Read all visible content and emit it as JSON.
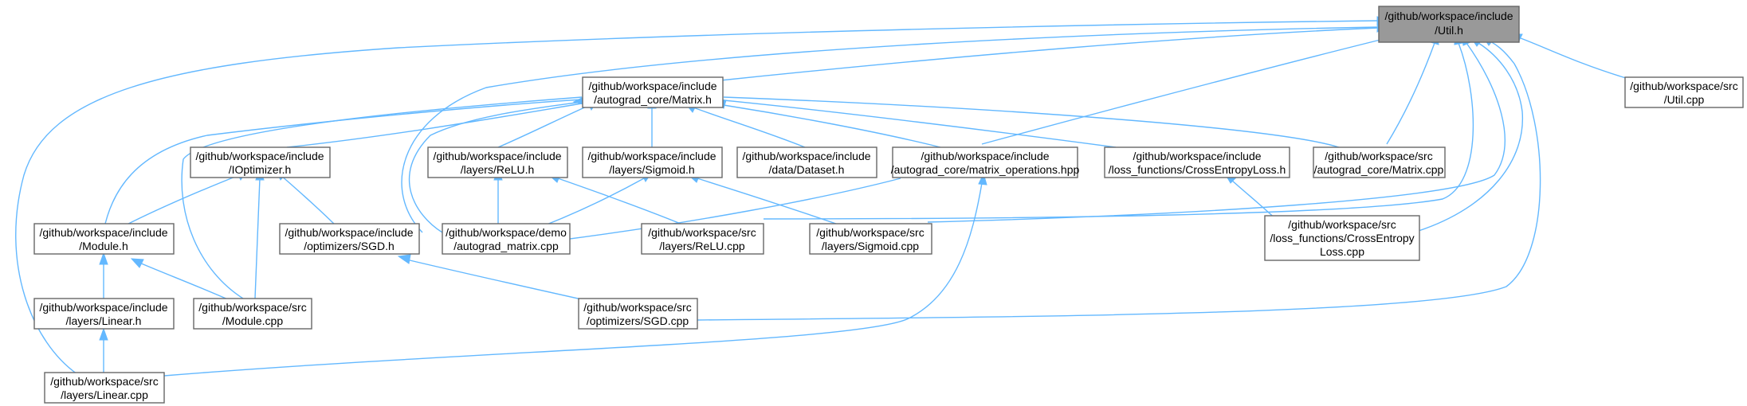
{
  "nodes": {
    "util_h": {
      "line1": "/github/workspace/include",
      "line2": "/Util.h"
    },
    "matrix_h": {
      "line1": "/github/workspace/include",
      "line2": "/autograd_core/Matrix.h"
    },
    "util_cpp": {
      "line1": "/github/workspace/src",
      "line2": "/Util.cpp"
    },
    "ioptimizer_h": {
      "line1": "/github/workspace/include",
      "line2": "/IOptimizer.h"
    },
    "relu_h": {
      "line1": "/github/workspace/include",
      "line2": "/layers/ReLU.h"
    },
    "sigmoid_h": {
      "line1": "/github/workspace/include",
      "line2": "/layers/Sigmoid.h"
    },
    "dataset_h": {
      "line1": "/github/workspace/include",
      "line2": "/data/Dataset.h"
    },
    "matrix_operations_hpp": {
      "line1": "/github/workspace/include",
      "line2": "/autograd_core/matrix_operations.hpp"
    },
    "crossentropyloss_h": {
      "line1": "/github/workspace/include",
      "line2": "/loss_functions/CrossEntropyLoss.h"
    },
    "matrix_cpp": {
      "line1": "/github/workspace/src",
      "line2": "/autograd_core/Matrix.cpp"
    },
    "module_h": {
      "line1": "/github/workspace/include",
      "line2": "/Module.h"
    },
    "sgd_h": {
      "line1": "/github/workspace/include",
      "line2": "/optimizers/SGD.h"
    },
    "autograd_matrix_cpp": {
      "line1": "/github/workspace/demo",
      "line2": "/autograd_matrix.cpp"
    },
    "relu_cpp": {
      "line1": "/github/workspace/src",
      "line2": "/layers/ReLU.cpp"
    },
    "sigmoid_cpp": {
      "line1": "/github/workspace/src",
      "line2": "/layers/Sigmoid.cpp"
    },
    "crossentropyloss_cpp": {
      "line1": "/github/workspace/src",
      "line2": "/loss_functions/CrossEntropy",
      "line3": "Loss.cpp"
    },
    "linear_h": {
      "line1": "/github/workspace/include",
      "line2": "/layers/Linear.h"
    },
    "module_cpp": {
      "line1": "/github/workspace/src",
      "line2": "/Module.cpp"
    },
    "sgd_cpp": {
      "line1": "/github/workspace/src",
      "line2": "/optimizers/SGD.cpp"
    },
    "linear_cpp": {
      "line1": "/github/workspace/src",
      "line2": "/layers/Linear.cpp"
    }
  },
  "edges": [
    {
      "from": "matrix_h",
      "to": "util_h"
    },
    {
      "from": "util_cpp",
      "to": "util_h"
    },
    {
      "from": "matrix_operations_hpp",
      "to": "util_h"
    },
    {
      "from": "matrix_cpp",
      "to": "util_h"
    },
    {
      "from": "autograd_matrix_cpp",
      "to": "util_h"
    },
    {
      "from": "relu_cpp",
      "to": "util_h"
    },
    {
      "from": "sigmoid_cpp",
      "to": "util_h"
    },
    {
      "from": "crossentropyloss_cpp",
      "to": "util_h"
    },
    {
      "from": "sgd_cpp",
      "to": "util_h"
    },
    {
      "from": "linear_cpp",
      "to": "util_h"
    },
    {
      "from": "ioptimizer_h",
      "to": "matrix_h"
    },
    {
      "from": "relu_h",
      "to": "matrix_h"
    },
    {
      "from": "sigmoid_h",
      "to": "matrix_h"
    },
    {
      "from": "dataset_h",
      "to": "matrix_h"
    },
    {
      "from": "matrix_operations_hpp",
      "to": "matrix_h"
    },
    {
      "from": "crossentropyloss_h",
      "to": "matrix_h"
    },
    {
      "from": "matrix_cpp",
      "to": "matrix_h"
    },
    {
      "from": "module_h",
      "to": "matrix_h"
    },
    {
      "from": "autograd_matrix_cpp",
      "to": "matrix_h"
    },
    {
      "from": "module_cpp",
      "to": "matrix_h"
    },
    {
      "from": "module_h",
      "to": "ioptimizer_h"
    },
    {
      "from": "sgd_h",
      "to": "ioptimizer_h"
    },
    {
      "from": "module_cpp",
      "to": "ioptimizer_h"
    },
    {
      "from": "autograd_matrix_cpp",
      "to": "relu_h"
    },
    {
      "from": "relu_cpp",
      "to": "relu_h"
    },
    {
      "from": "autograd_matrix_cpp",
      "to": "sigmoid_h"
    },
    {
      "from": "sigmoid_cpp",
      "to": "sigmoid_h"
    },
    {
      "from": "autograd_matrix_cpp",
      "to": "matrix_operations_hpp"
    },
    {
      "from": "linear_cpp",
      "to": "matrix_operations_hpp"
    },
    {
      "from": "crossentropyloss_cpp",
      "to": "crossentropyloss_h"
    },
    {
      "from": "linear_h",
      "to": "module_h"
    },
    {
      "from": "module_cpp",
      "to": "module_h"
    },
    {
      "from": "sgd_cpp",
      "to": "sgd_h"
    },
    {
      "from": "linear_cpp",
      "to": "linear_h"
    }
  ],
  "colors": {
    "edge": "#63b8ff",
    "node_border": "#666666",
    "node_fill": "#ffffff",
    "root_fill": "#999999"
  }
}
